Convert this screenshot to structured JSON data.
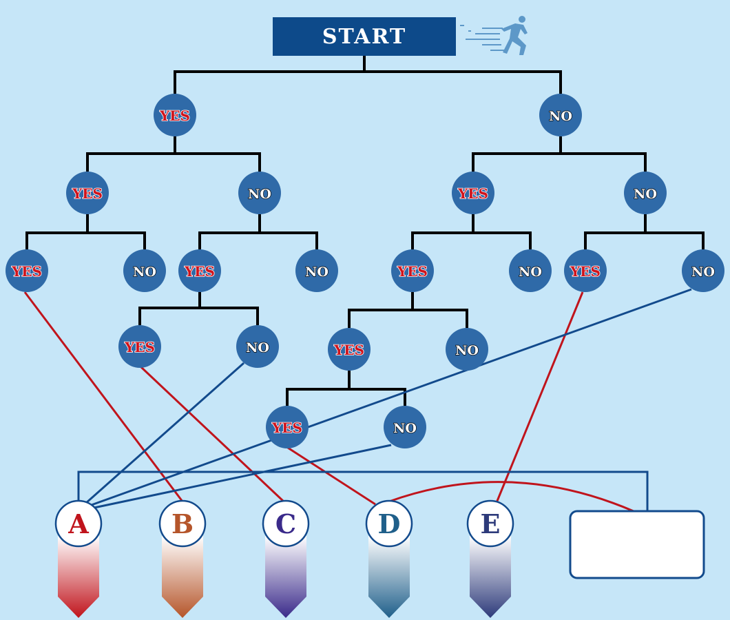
{
  "start": {
    "label": "START"
  },
  "labels": {
    "yes": "YES",
    "no": "NO"
  },
  "outcomes": [
    {
      "id": "a",
      "label": "A",
      "color": "#c0141c"
    },
    {
      "id": "b",
      "label": "B",
      "color": "#b5552a"
    },
    {
      "id": "c",
      "label": "C",
      "color": "#3a2a8a"
    },
    {
      "id": "d",
      "label": "D",
      "color": "#1f5f8a"
    },
    {
      "id": "e",
      "label": "E",
      "color": "#2d3a7a"
    }
  ],
  "result_box": {
    "label": ""
  },
  "colors": {
    "background": "#c6e6f8",
    "node_fill": "#2f6aa8",
    "start_fill": "#0d4a8a",
    "yes_text": "#d0141c",
    "no_text": "#ffffff",
    "red_line": "#c0141c",
    "blue_line": "#124a8c",
    "tree_line": "#000000"
  }
}
